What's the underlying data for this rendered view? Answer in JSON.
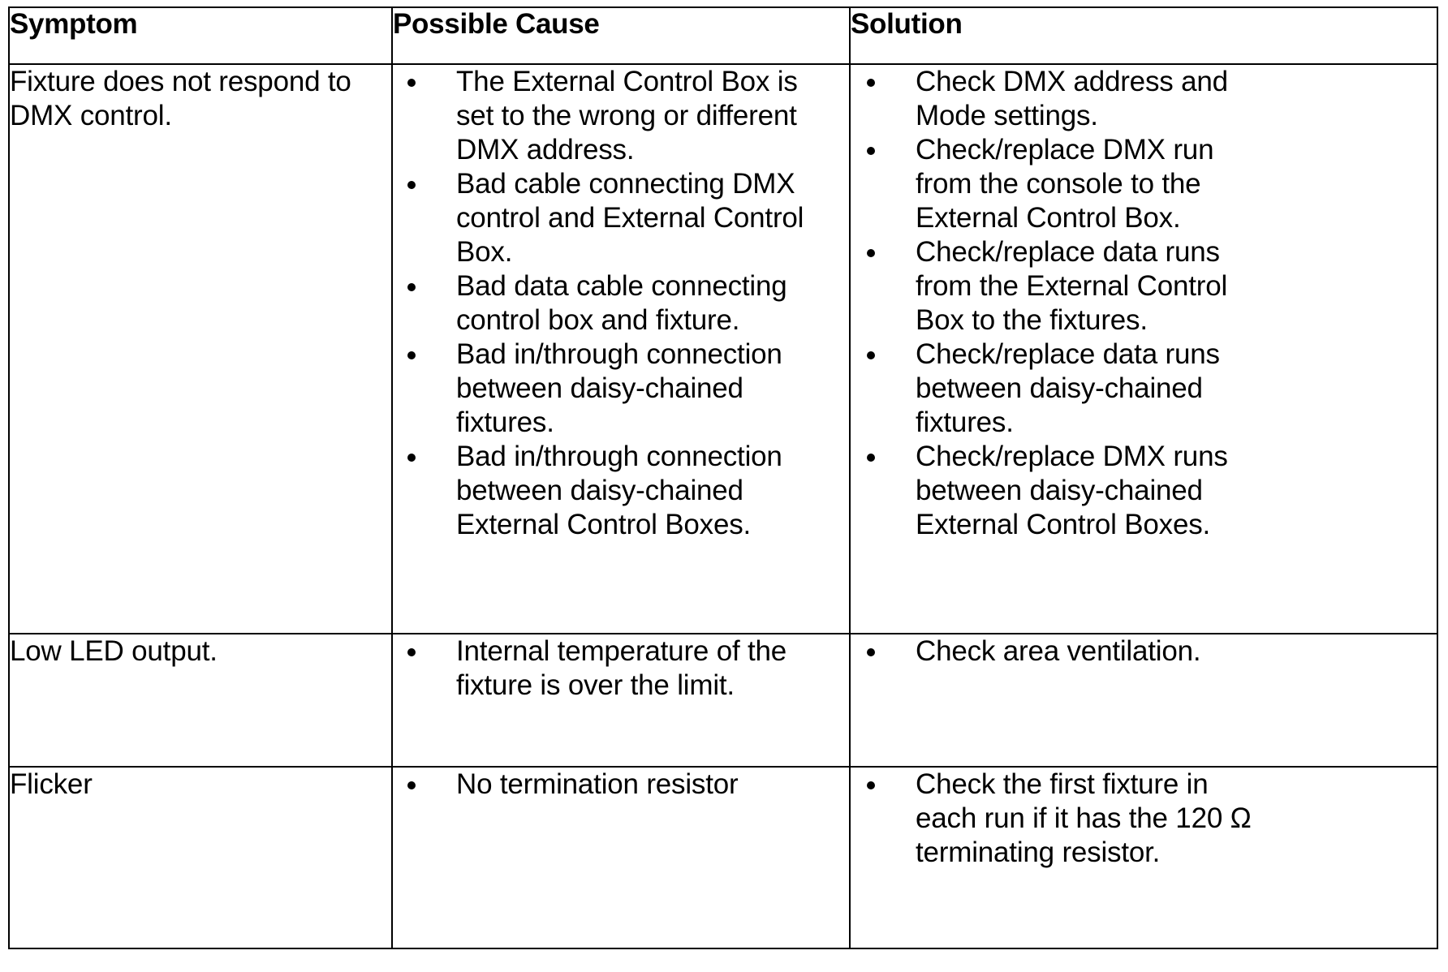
{
  "table": {
    "columns": [
      {
        "key": "symptom",
        "header": "Symptom"
      },
      {
        "key": "cause",
        "header": "Possible Cause"
      },
      {
        "key": "solution",
        "header": "Solution"
      }
    ],
    "rows": [
      {
        "symptom": "Fixture does not respond to DMX control.",
        "causes": [
          "The External Control Box is set to the wrong or different DMX address.",
          "Bad cable connecting DMX control and External Control Box.",
          "Bad data cable connecting control box and fixture.",
          "Bad in/through connection between daisy-chained fixtures.",
          "Bad in/through connection between daisy-chained External Control Boxes."
        ],
        "solutions": [
          "Check DMX address and Mode settings.",
          "Check/replace DMX run from the console to the External Control Box.",
          "Check/replace data runs from the External Control Box to the fixtures.",
          "Check/replace data runs between daisy-chained fixtures.",
          "Check/replace DMX runs between daisy-chained External Control Boxes."
        ]
      },
      {
        "symptom": "Low LED output.",
        "causes": [
          "Internal temperature of the fixture is over the limit."
        ],
        "solutions": [
          "Check area ventilation."
        ]
      },
      {
        "symptom": "Flicker",
        "causes": [
          "No termination resistor"
        ],
        "solutions": [
          "Check the first fixture in each run if it has the 120 Ω terminating resistor."
        ]
      }
    ]
  },
  "style": {
    "text_color": "#000000",
    "background_color": "#ffffff",
    "border_color": "#000000",
    "bullet_glyph": "bullet-dot"
  }
}
